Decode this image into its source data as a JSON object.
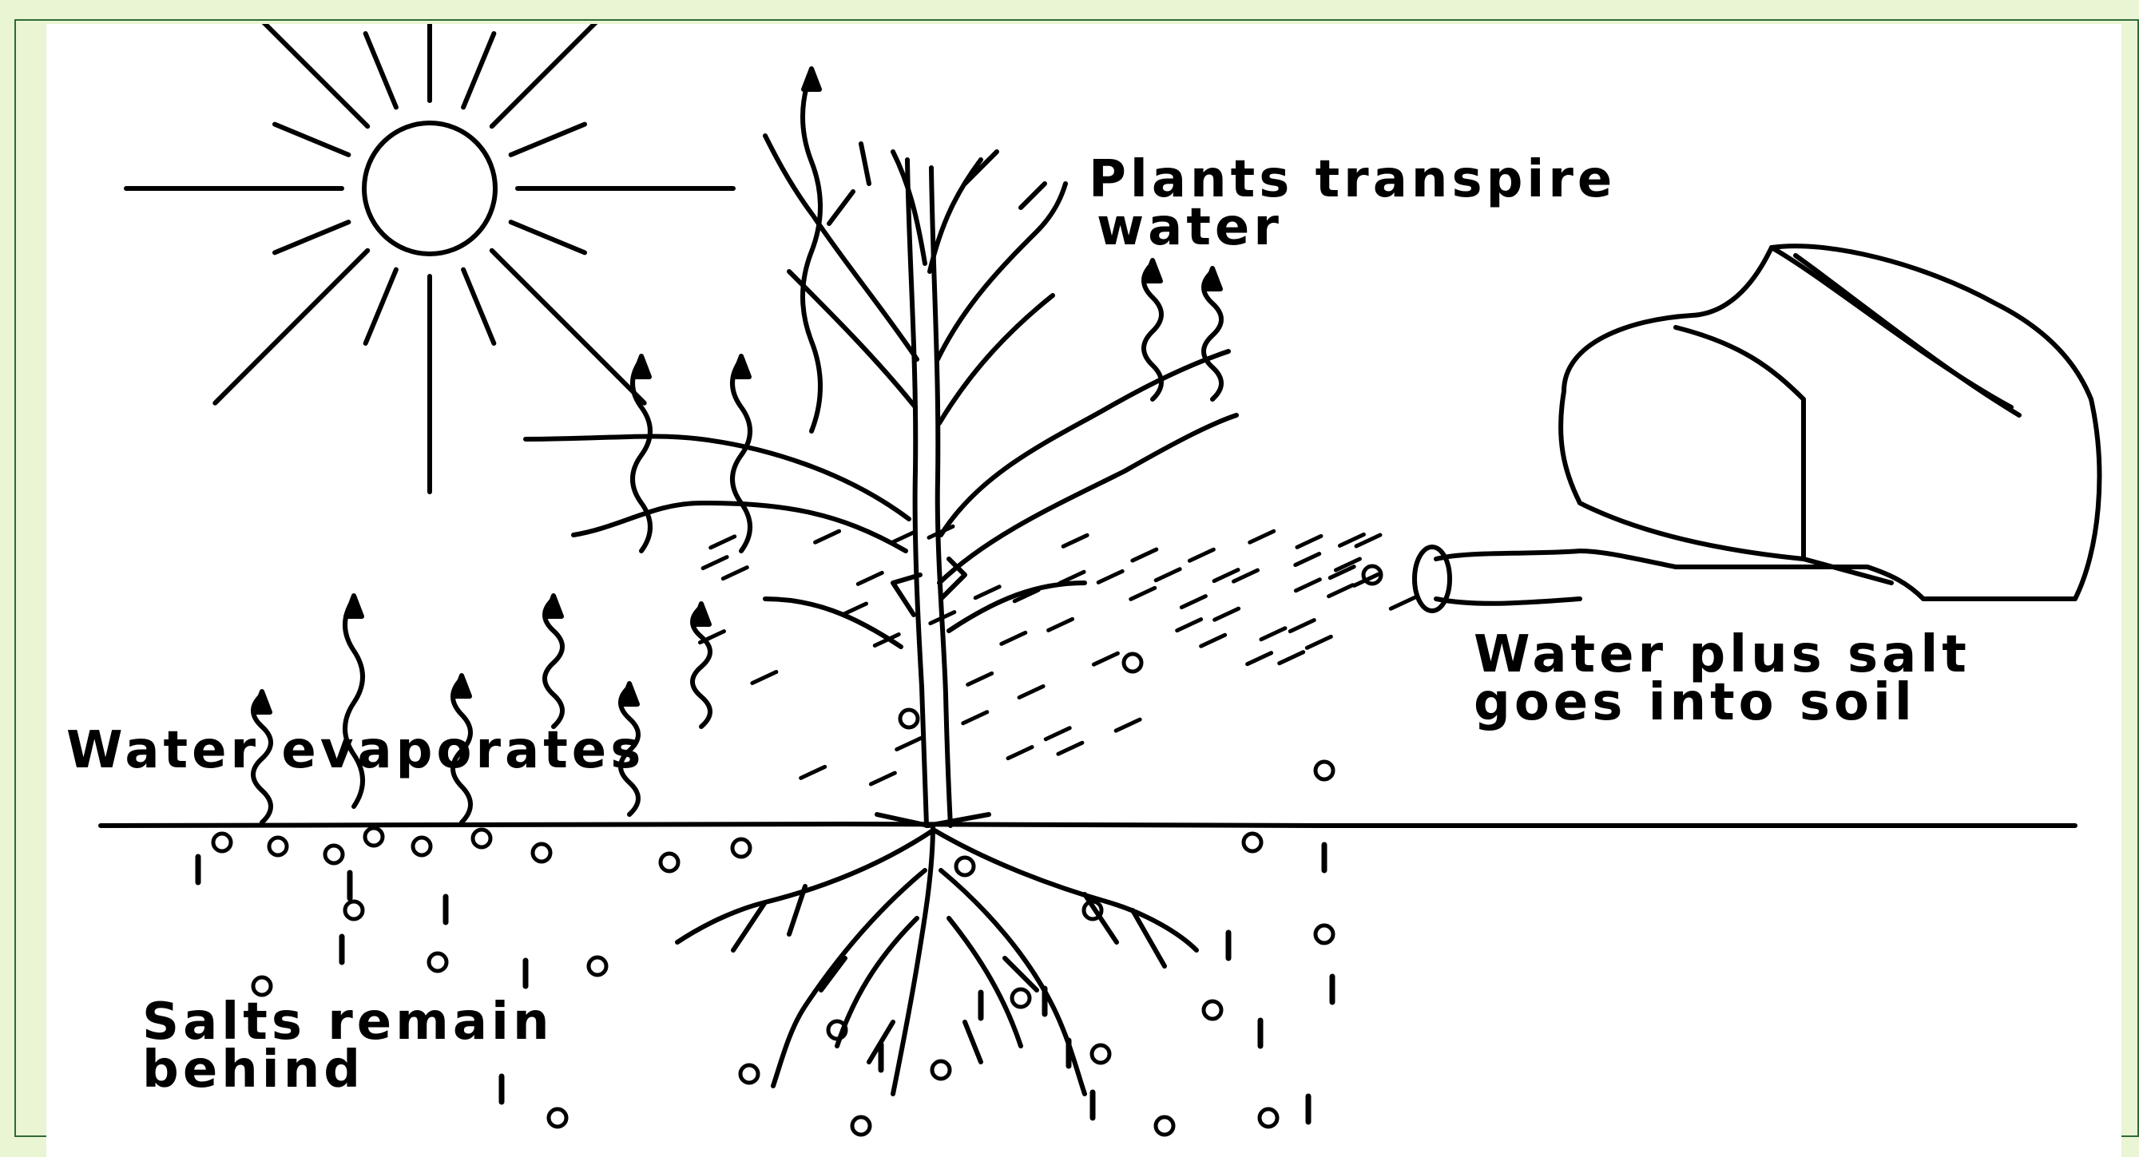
{
  "diagram": {
    "labels": {
      "transpire": [
        "Plants transpire",
        "water"
      ],
      "evaporates": "Water evaporates",
      "water_salt": [
        "Water plus salt",
        "goes into soil"
      ],
      "salts_remain": [
        "Salts remain",
        "behind"
      ]
    },
    "colors": {
      "page_background": "#e9f5d3",
      "frame_border": "#2f6a36",
      "panel": "#ffffff",
      "ink": "#000000"
    }
  }
}
